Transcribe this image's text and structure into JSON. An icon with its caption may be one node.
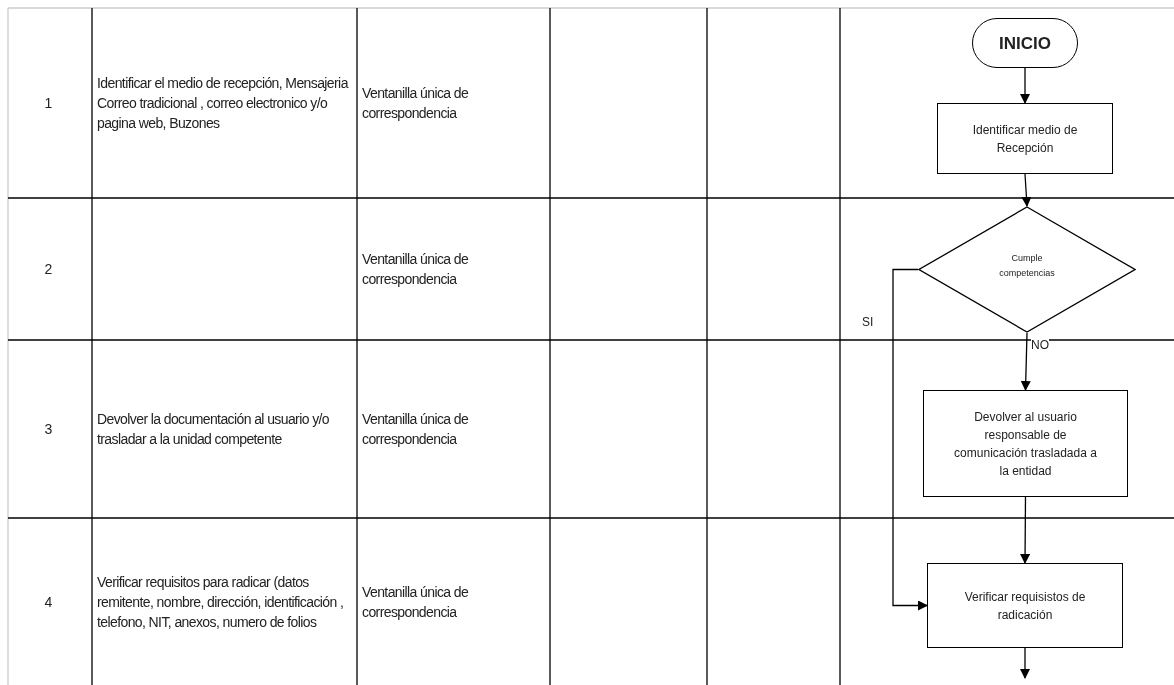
{
  "diagram": {
    "nodes": [
      {
        "text": [
          "INICIO"
        ]
      },
      {
        "text": [
          "Identificar medio de Recepción"
        ]
      },
      {
        "text": [
          "Cumple competencias"
        ]
      },
      {
        "text": [
          "Devolver al usuario responsable de comunicación trasladada a la entidad"
        ]
      },
      {
        "text": [
          "Verificar requisistos de radicación"
        ]
      }
    ],
    "edges": [
      {
        "from": 0,
        "to": 1,
        "arrow": "to"
      },
      {
        "from": 1,
        "to": 2,
        "arrow": "to"
      },
      {
        "from": 2,
        "to": 3,
        "arrow": "to",
        "label": "NO"
      },
      {
        "from": 2,
        "to": 4,
        "arrow": "to",
        "label": "SI"
      },
      {
        "from": 3,
        "to": 4,
        "arrow": "to"
      },
      {
        "from": 4,
        "to": null,
        "arrow": "to"
      }
    ],
    "labels": [
      "1",
      "Identificar el medio de recepción, Mensajeria Correo tradicional , correo electronico y/o pagina web, Buzones",
      "Ventanilla única de correspondencia",
      "2",
      "Ventanilla única de correspondencia",
      "3",
      "Devolver la documentación al usuario y/o trasladar a la unidad competente",
      "Ventanilla única de correspondencia",
      "4",
      "Verificar requisitos para radicar (datos remitente, nombre, dirección, identificación , telefono, NIT, anexos, numero de folios",
      "Ventanilla única de correspondencia"
    ]
  }
}
